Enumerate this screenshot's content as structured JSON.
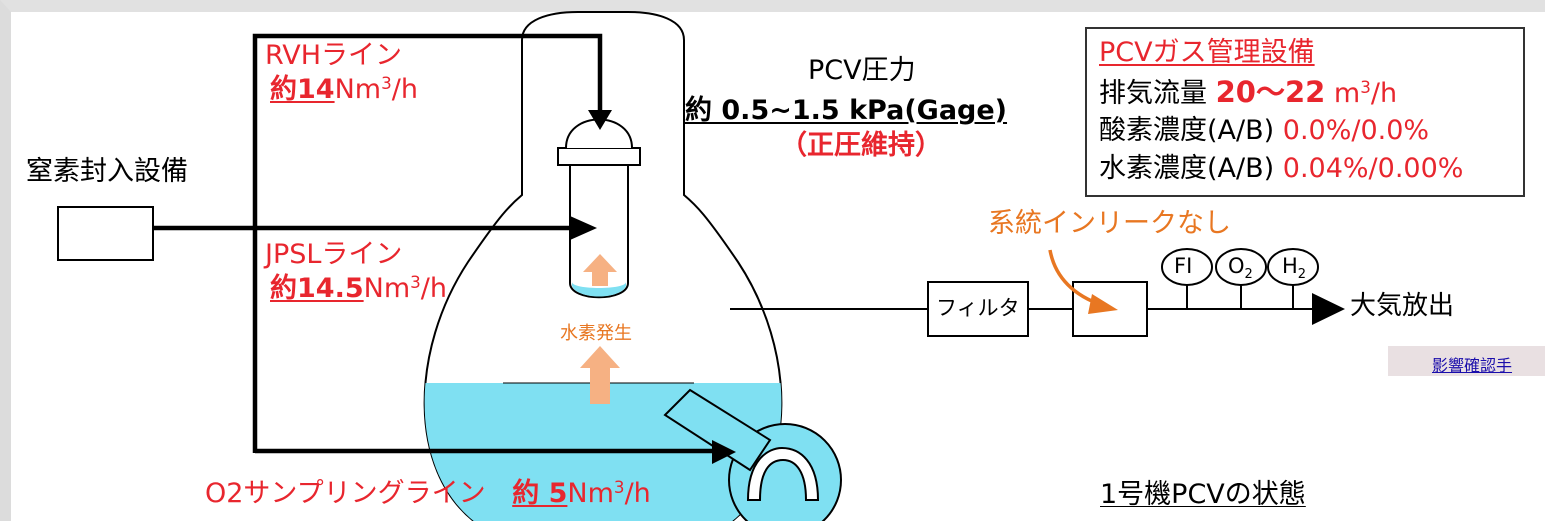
{
  "nitrogen_equipment": "窒素封入設備",
  "rvh": {
    "name": "RVHライン",
    "flow_value": "約14",
    "flow_unit": "Nm",
    "flow_sup": "3",
    "flow_tail": "/h"
  },
  "jpsl": {
    "name": "JPSLライン",
    "flow_value": "約14.5",
    "flow_unit": "Nm",
    "flow_sup": "3",
    "flow_tail": "/h"
  },
  "o2_sampling": {
    "name": "O2サンプリングライン",
    "flow_value": "約 5",
    "flow_unit": "Nm",
    "flow_sup": "3",
    "flow_tail": "/h"
  },
  "pcv_pressure": {
    "label": "PCV圧力",
    "value": "約 0.5~1.5 kPa(Gage)",
    "note": "（正圧維持）"
  },
  "hydrogen_generation": "水素発生",
  "gas_management": {
    "title": "PCVガス管理設備",
    "exhaust_label": "排気流量",
    "exhaust_value": "20〜22",
    "exhaust_unit": "m",
    "exhaust_sup": "3",
    "exhaust_tail": "/h",
    "oxygen_label": "酸素濃度(A/B)",
    "oxygen_value": "0.0%/0.0%",
    "hydrogen_label": "水素濃度(A/B)",
    "hydrogen_value": "0.04%/0.00%"
  },
  "no_inleak": "系統インリークなし",
  "filter": "フィルタ",
  "instruments": {
    "fi": "FI",
    "o2": "O",
    "o2_sub": "2",
    "h2": "H",
    "h2_sub": "2"
  },
  "atmosphere_release": "大気放出",
  "link": "影響確認手",
  "caption": "1号機PCVの状態",
  "colors": {
    "red": "#e8262e",
    "orange": "#e87722",
    "water": "#7fe0f2",
    "arrow_peach": "#f6b183"
  }
}
